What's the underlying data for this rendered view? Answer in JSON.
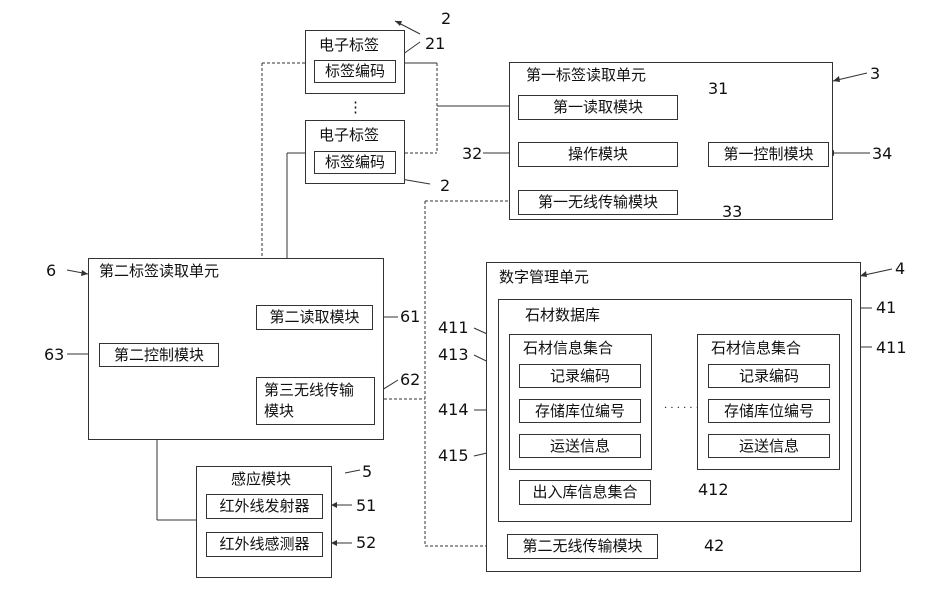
{
  "tags": {
    "tag_a": {
      "title": "电子标签",
      "code": "标签编码",
      "ref_tag": "2",
      "ref_code": "21"
    },
    "ellipsis_vertical": "⋮",
    "tag_b": {
      "title": "电子标签",
      "code": "标签编码",
      "ref": "2"
    }
  },
  "unit3": {
    "title": "第一标签读取单元",
    "ref": "3",
    "read": {
      "label": "第一读取模块",
      "ref": "31"
    },
    "op": {
      "label": "操作模块",
      "ref": "32"
    },
    "wireless": {
      "label": "第一无线传输模块",
      "ref": "33"
    },
    "ctrl": {
      "label": "第一控制模块",
      "ref": "34"
    }
  },
  "unit6": {
    "title": "第二标签读取单元",
    "ref": "6",
    "read": {
      "label": "第二读取模块",
      "ref": "61"
    },
    "wireless": {
      "label1": "第三无线传输",
      "label2": "模块",
      "ref": "62"
    },
    "ctrl": {
      "label": "第二控制模块",
      "ref": "63"
    }
  },
  "unit4": {
    "title": "数字管理单元",
    "ref": "4",
    "db": {
      "title": "石材数据库",
      "ref": "41",
      "set_left": {
        "title": "石材信息集合",
        "ref": "411",
        "items": [
          {
            "label": "记录编码",
            "ref": "413"
          },
          {
            "label": "存储库位编号",
            "ref": "414"
          },
          {
            "label": "运送信息",
            "ref": "415"
          }
        ]
      },
      "dots": "· · · · · ·",
      "set_right": {
        "title": "石材信息集合",
        "ref": "411",
        "items": [
          {
            "label": "记录编码"
          },
          {
            "label": "存储库位编号"
          },
          {
            "label": "运送信息"
          }
        ]
      },
      "inout": {
        "label": "出入库信息集合",
        "ref": "412"
      }
    },
    "wireless": {
      "label": "第二无线传输模块",
      "ref": "42"
    }
  },
  "unit5": {
    "title": "感应模块",
    "ref": "5",
    "emitter": {
      "label": "红外线发射器",
      "ref": "51"
    },
    "sensor": {
      "label": "红外线感测器",
      "ref": "52"
    }
  }
}
